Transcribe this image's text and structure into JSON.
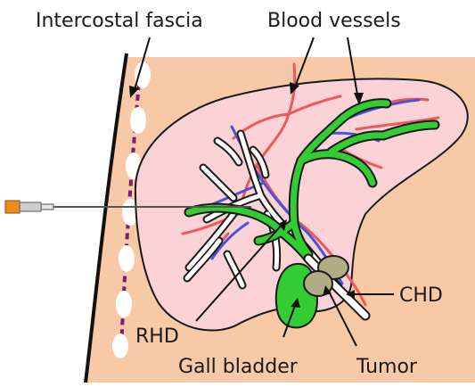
{
  "labels": {
    "intercostal_fascia": "Intercostal fascia",
    "blood_vessels": "Blood vessels",
    "chd": "CHD",
    "rhd": "RHD",
    "gall_bladder": "Gall bladder",
    "tumor": "Tumor"
  },
  "colors": {
    "skin": "#f8c9a6",
    "liver_fill": "#fbd3d6",
    "liver_outline": "#1a1a1a",
    "artery_red": "#f0575a",
    "vein_blue": "#4b53d8",
    "bile_green": "#33cc33",
    "tumor": "#b1ac84",
    "fascia_purple": "#7a1f78",
    "needle_hub": "#f08a1a"
  },
  "icons": {
    "needle": "biopsy-needle-icon"
  }
}
